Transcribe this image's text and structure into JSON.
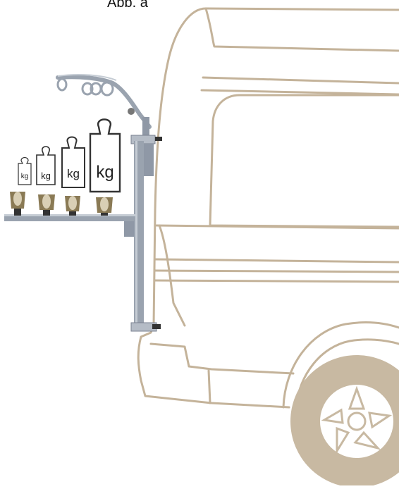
{
  "figure": {
    "caption": "Abb. a",
    "weight_label": "kg",
    "weights": [
      {
        "name": "weight-small",
        "label": "kg"
      },
      {
        "name": "weight-medium-small",
        "label": "kg"
      },
      {
        "name": "weight-medium-large",
        "label": "kg"
      },
      {
        "name": "weight-large",
        "label": "kg"
      }
    ],
    "colors": {
      "van_outline": "#c4b39a",
      "wheel_fill": "#c8b9a2",
      "rack_metal": "#8f98a6",
      "cradle_bronze": "#8a7a55"
    }
  }
}
